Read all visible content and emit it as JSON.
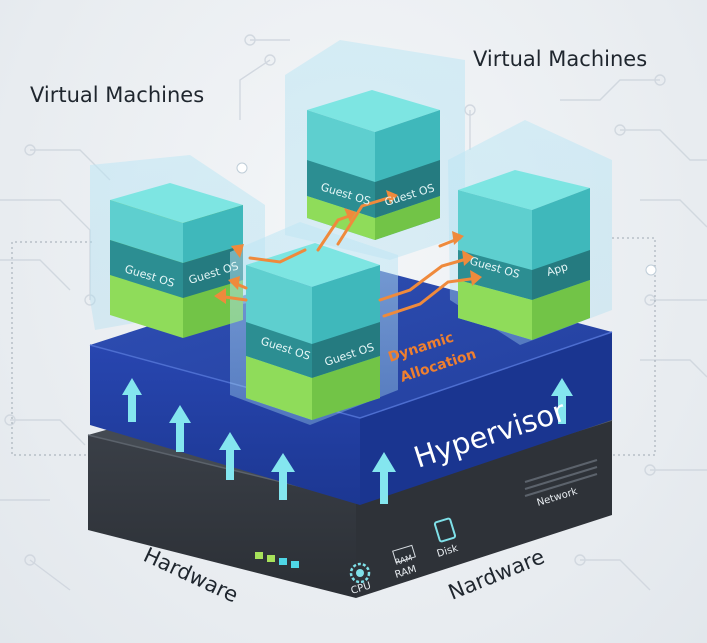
{
  "headings": {
    "vm_left": "Virtual Machines",
    "vm_right": "Virtual Machines"
  },
  "vms": {
    "left": {
      "layer1": "Guest OS",
      "layer2": "Guest OS"
    },
    "back": {
      "layer1": "Guest OS",
      "layer2": "Guest OS"
    },
    "right": {
      "layer1": "Guest OS",
      "layer2": "App"
    },
    "front": {
      "layer1": "Guest OS",
      "layer2": "Guest OS"
    }
  },
  "allocation": {
    "line1": "Dynamic",
    "line2": "Allocation"
  },
  "hypervisor": {
    "label": "Hypervisor"
  },
  "hardware": {
    "label_left": "Hardware",
    "label_right": "Nardware",
    "cpu_label": "CPU",
    "ram_chip_text": "RAM",
    "ram_label": "RAM",
    "disk_label": "Disk",
    "network_label": "Network"
  },
  "colors": {
    "cube_top": "#7de5e2",
    "cube_teal": "#2c8e92",
    "cube_green": "#8fdc5a",
    "hypervisor_top": "#2b47a8",
    "hypervisor_side": "#1f3fa0",
    "hardware_top": "#3b4048",
    "arrow_up": "#84e6ef",
    "allocation_arrow": "#ef8a3c",
    "allocation_text": "#ef7f2f",
    "heading_text": "#1f262e"
  }
}
